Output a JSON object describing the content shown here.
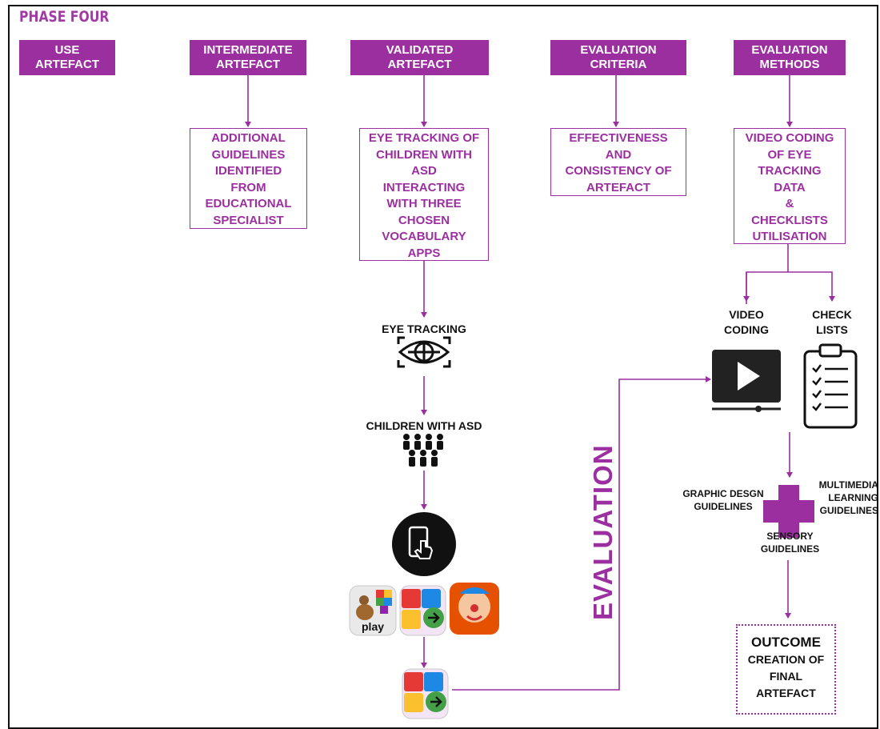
{
  "phase_title": "PHASE FOUR",
  "headers": [
    {
      "line1": "USE",
      "line2": "ARTEFACT"
    },
    {
      "line1": "INTERMEDIATE",
      "line2": "ARTEFACT"
    },
    {
      "line1": "VALIDATED",
      "line2": "ARTEFACT"
    },
    {
      "line1": "EVALUATION",
      "line2": "CRITERIA"
    },
    {
      "line1": "EVALUATION",
      "line2": "METHODS"
    }
  ],
  "boxes": {
    "guidelines": [
      "ADDITIONAL",
      "GUIDELINES",
      "IDENTIFIED",
      "FROM",
      "EDUCATIONAL",
      "SPECIALIST"
    ],
    "eye_tracking_children": [
      "EYE TRACKING OF",
      "CHILDREN WITH",
      "ASD",
      "INTERACTING",
      "WITH THREE",
      "CHOSEN",
      "VOCABULARY",
      "APPS"
    ],
    "effectiveness": [
      "EFFECTIVENESS",
      "AND",
      "CONSISTENCY OF",
      "ARTEFACT"
    ],
    "video_coding_data": [
      "VIDEO CODING",
      "OF EYE",
      "TRACKING",
      "DATA",
      "&",
      "CHECKLISTS",
      "UTILISATION"
    ]
  },
  "labels": {
    "eye_tracking": "EYE TRACKING",
    "children_asd": "CHILDREN WITH ASD",
    "video_coding": [
      "VIDEO",
      "CODING"
    ],
    "check_lists": [
      "CHECK",
      "LISTS"
    ],
    "graphic_design": [
      "GRAPHIC DESGN",
      "GUIDELINES"
    ],
    "multimedia": [
      "MULTIMEDIA",
      "LEARNING",
      "GUIDELINES"
    ],
    "sensory": [
      "SENSORY",
      "GUIDELINES"
    ],
    "evaluation": "EVALUATION",
    "app_play": "play"
  },
  "outcome": {
    "title": "OUTCOME",
    "lines": [
      "CREATION OF",
      "FINAL",
      "ARTEFACT"
    ]
  },
  "colors": {
    "accent": "#9c2fa0",
    "text": "#111111"
  },
  "icons": [
    "eye-tracking-icon",
    "children-group-icon",
    "touch-tablet-icon",
    "video-player-icon",
    "checklist-icon",
    "plus-icon",
    "app-icons"
  ]
}
